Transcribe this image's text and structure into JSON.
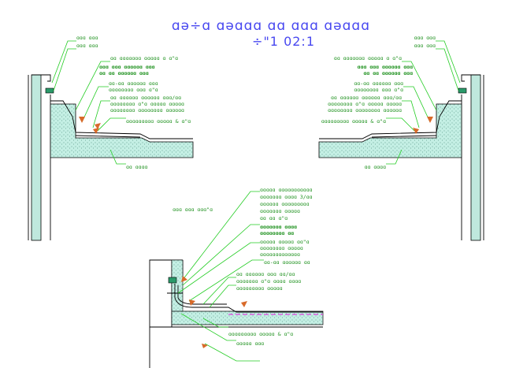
{
  "drawing": {
    "title": "ɑə÷ɑ ɑəɑɑɑ ɑɑ ɑɑɑ ɑəɑɑɑ",
    "scale": "÷\"1 02:1"
  },
  "left_detail": {
    "labels": [
      "ɑɑɑ ɑɑɑ",
      "ɑɑɑ ɑɑɑ",
      "ɑɑ ɑɑɑɑɑɑɑ ɑɑɑɑɑ ɑ ɑ\"ɑ",
      "ɑɑɑ ɑɑɑ ɑɑɑɑɑɑ ɑɑɑ",
      "ɑɑ ɑɑ ɑɑɑɑɑɑ ɑɑɑ",
      "ɑɑ-ɑɑ ɑɑɑɑɑɑ ɑɑɑ",
      "ɑɑɑɑɑɑɑɑ ɑɑɑ ɑ\"ɑ",
      "ɑɑ ɑɑɑɑɑɑ ɑɑɑɑɑɑ ɑɑɑ/ɑɑ",
      "ɑɑɑɑɑɑɑɑ ɑ\"ɑ ɑɑɑɑɑ ɑɑɑɑɑ",
      "ɑɑɑɑɑɑɑɑ ɑɑɑɑɑɑɑɑ ɑɑɑɑɑɑ",
      "ɑɑɑɑɑɑɑɑɑ ɑɑɑɑɑ & ɑ\"ɑ",
      "ɑɑ ɑɑɑɑ"
    ]
  },
  "right_detail": {
    "labels": [
      "ɑɑɑ ɑɑɑ",
      "ɑɑɑ ɑɑɑ",
      "ɑɑ ɑɑɑɑɑɑɑ ɑɑɑɑɑ ɑ ɑ\"ɑ",
      "ɑɑɑ ɑɑɑ ɑɑɑɑɑɑ ɑɑɑ",
      "ɑɑ ɑɑ ɑɑɑɑɑɑ ɑɑɑ",
      "ɑɑ-ɑɑ ɑɑɑɑɑɑ ɑɑɑ",
      "ɑɑɑɑɑɑɑɑ ɑɑɑ ɑ\"ɑ",
      "ɑɑ ɑɑɑɑɑɑ ɑɑɑɑɑɑ ɑɑɑ/ɑɑ",
      "ɑɑɑɑɑɑɑɑ ɑ\"ɑ ɑɑɑɑɑ ɑɑɑɑɑ",
      "ɑɑɑɑɑɑɑɑ ɑɑɑɑɑɑɑɑ ɑɑɑɑɑɑ",
      "ɑɑɑɑɑɑɑɑɑ ɑɑɑɑɑ & ɑ\"ɑ",
      "ɑɑ ɑɑɑɑ"
    ]
  },
  "bottom_detail": {
    "side_label": "ɑɑɑ ɑɑɑ ɑɑɑ\"ɑ",
    "labels": [
      "ɑɑɑɑɑ ɑɑɑɑɑɑɑɑɑɑɑ",
      "ɑɑɑɑɑɑɑ ɑɑɑɑ 3/ɑɑ",
      "ɑɑɑɑɑɑ ɑɑɑɑɑɑɑɑɑ",
      "ɑɑɑɑɑɑɑ ɑɑɑɑɑ",
      "ɑɑ ɑɑ ɑ\"ɑ",
      "ɑɑɑɑɑɑɑ ɑɑɑɑ",
      "ɑɑɑɑɑɑɑɑ ɑɑ",
      "ɑɑɑɑɑ ɑɑɑɑɑ ɑɑ\"ɑ",
      "ɑɑɑɑɑɑɑɑ ɑɑɑɑɑ",
      "ɑɑɑɑɑɑɑɑɑɑɑɑɑ",
      "ɑɑ-ɑɑ ɑɑɑɑɑɑ ɑɑ",
      "ɑɑ ɑɑɑɑɑɑ ɑɑɑ ɑɑ/ɑɑ",
      "ɑɑɑɑɑɑɑ ɑ\"ɑ ɑɑɑɑ ɑɑɑɑ",
      "ɑɑɑɑɑɑɑɑɑ ɑɑɑɑɑ",
      "ɑɑɑɑɑɑɑɑɑ ɑɑɑɑɑ & ɑ\"ɑ",
      "ɑɑɑɑɑ ɑɑɑ"
    ]
  },
  "colors": {
    "title": "#4848f0",
    "leader": "#22cc22",
    "label": "#1a8f1a",
    "concrete": "#bfeee2",
    "arrow": "#d86a2a",
    "membrane_line": "#e040e0"
  }
}
